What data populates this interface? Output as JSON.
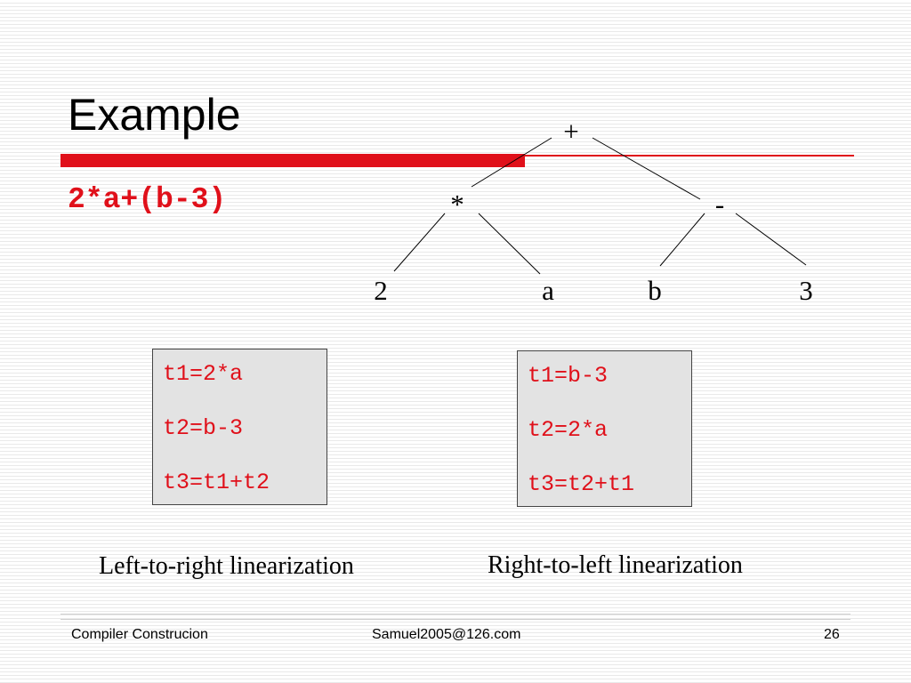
{
  "slide": {
    "title": "Example",
    "expression": "2*a+(b-3)",
    "accent_color": "#e0101a"
  },
  "tree": {
    "nodes": {
      "plus": "+",
      "times": "*",
      "minus": "-",
      "two": "2",
      "a": "a",
      "b": "b",
      "three": "3"
    },
    "edges": [
      [
        "+",
        "*"
      ],
      [
        "+",
        "-"
      ],
      [
        "*",
        "2"
      ],
      [
        "*",
        "a"
      ],
      [
        "-",
        "b"
      ],
      [
        "-",
        "3"
      ]
    ]
  },
  "left_to_right": {
    "lines": [
      "t1=2*a",
      "t2=b-3",
      "t3=t1+t2"
    ],
    "caption": "Left-to-right linearization"
  },
  "right_to_left": {
    "lines": [
      "t1=b-3",
      "t2=2*a",
      "t3=t2+t1"
    ],
    "caption": "Right-to-left linearization"
  },
  "footer": {
    "left": "Compiler Construcion",
    "center": "Samuel2005@126.com",
    "right": "26"
  }
}
